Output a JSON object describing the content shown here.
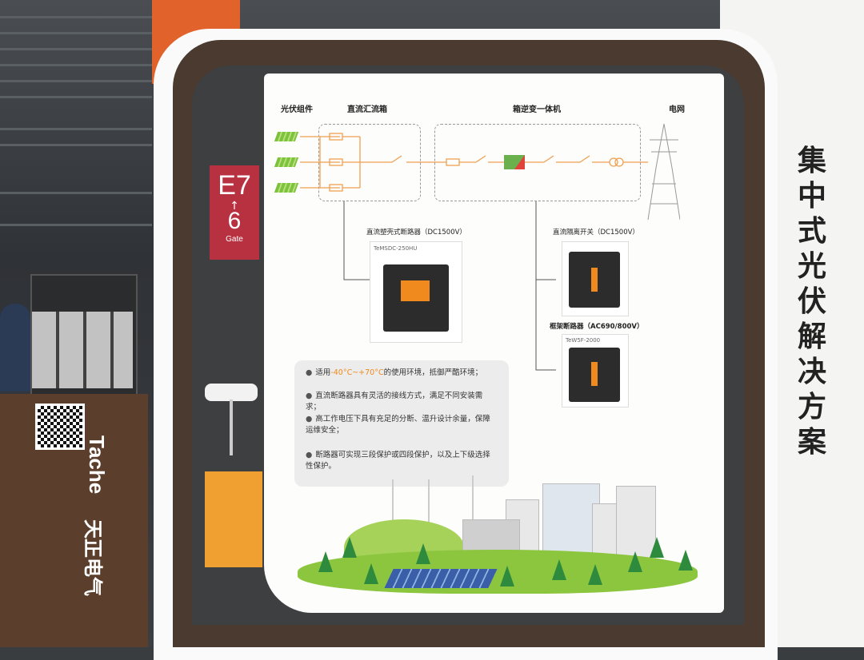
{
  "gate_sign": {
    "code": "E7",
    "arrow": "↑",
    "number": "6",
    "label": "Gate"
  },
  "diagram": {
    "headers": {
      "pv_modules": "光伏组件",
      "dc_combiner": "直流汇流箱",
      "box_inverter": "箱逆变一体机",
      "grid": "电网"
    },
    "products": [
      {
        "name": "直流塑壳式断路器（DC1500V）",
        "model": "TeMSDC-250HU"
      },
      {
        "name": "直流隔离开关（DC1500V）",
        "model": ""
      },
      {
        "name": "框架断路器（AC690/800V）",
        "model": "TeW5F-2000"
      }
    ]
  },
  "features": [
    {
      "prefix": "适用",
      "highlight": "-40°C~+70°C",
      "suffix": "的使用环境，抵御严酷环境；"
    },
    {
      "prefix": "直流断路器具有灵活的接线方式，满足不同安装需求；",
      "highlight": "",
      "suffix": ""
    },
    {
      "prefix": "高工作电压下具有充足的分断、温升设计余量，保障运维安全；",
      "highlight": "",
      "suffix": ""
    },
    {
      "prefix": "断路器可实现三段保护或四段保护，以及上下级选择性保护。",
      "highlight": "",
      "suffix": ""
    }
  ],
  "title": "集中式光伏解决方案",
  "booth_brand": {
    "en": "Tache",
    "cn": "天正电气"
  },
  "colors": {
    "highlight": "#f08a1e",
    "wire": "#f0a050",
    "gate_red": "#b83140",
    "grass": "#8cc63f"
  }
}
